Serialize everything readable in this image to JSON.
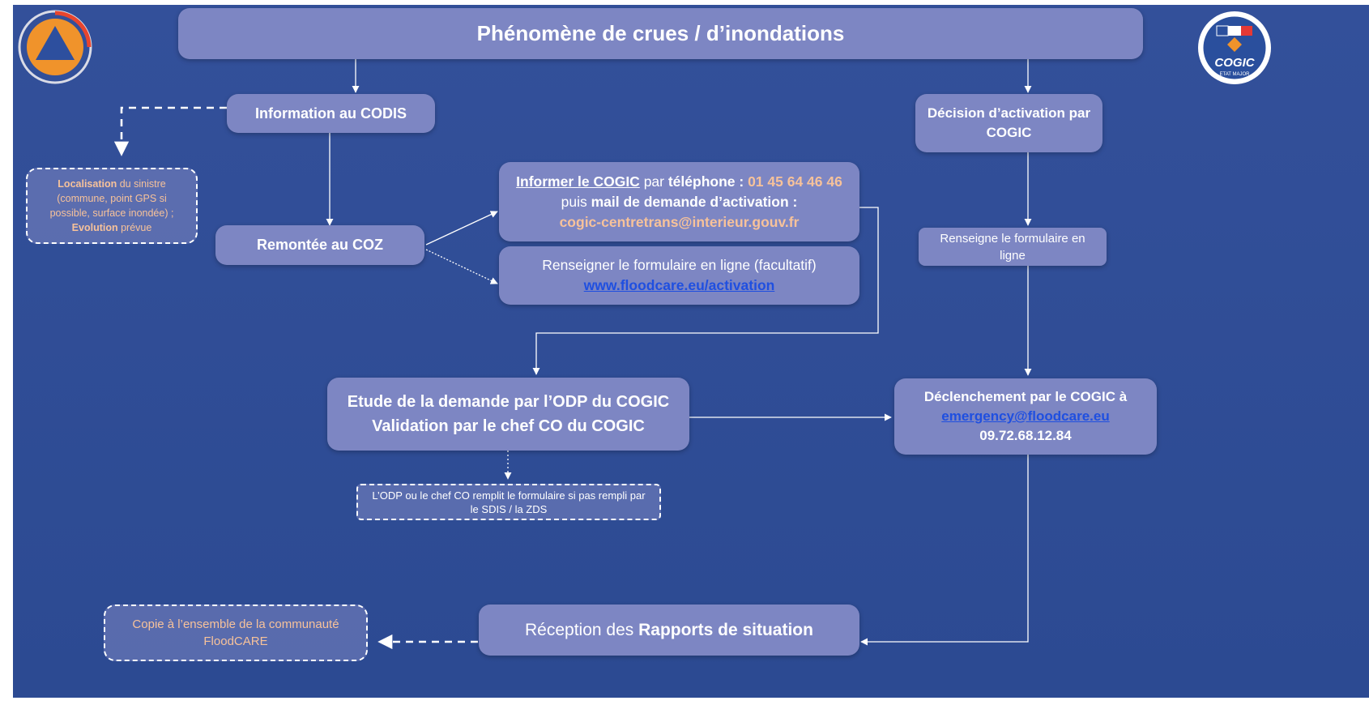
{
  "title": "Phénomène de crues / d’inondations",
  "nodes": {
    "info_codis": "Information au CODIS",
    "localisation": {
      "b1": "Localisation",
      "t1": " du sinistre (commune, point GPS si possible, surface inondée) ;",
      "b2": "Evolution",
      "t2": " prévue"
    },
    "remontee_coz": "Remontée au COZ",
    "informer": {
      "l1_link": "Informer le COGIC",
      "l1_mid": " par ",
      "l1_bold": "téléphone : ",
      "l1_phone": "01 45 64 46 46",
      "l2_pre": "puis ",
      "l2_bold": "mail de demande d’activation :",
      "l3_email": "cogic-centretrans@interieur.gouv.fr"
    },
    "renseigner_ligne": {
      "l1": "Renseigner le formulaire en ligne (facultatif)",
      "l2": "www.floodcare.eu/activation"
    },
    "decision": "Décision d’activation par COGIC",
    "renseigne_form": "Renseigne le formulaire en ligne",
    "etude": {
      "l1": "Etude de la demande par l’ODP du COGIC",
      "l2": "Validation par le chef CO du COGIC"
    },
    "odp_note": "L’ODP ou le chef CO remplit le formulaire si pas rempli par le SDIS / la ZDS",
    "declenchement": {
      "l1": "Déclenchement par le COGIC à",
      "l2": "emergency@floodcare.eu",
      "l3": "09.72.68.12.84"
    },
    "reception": {
      "pre": "Réception des ",
      "bold": "Rapports de situation"
    },
    "copie": "Copie à l’ensemble de la communauté FloodCARE"
  },
  "logos": {
    "left": "civil-protection-triangle-logo",
    "right": {
      "icon": "cogic-badge-logo",
      "text": "COGIC",
      "sub": "ETAT MAJOR"
    }
  },
  "colors": {
    "background": "#2f4d96",
    "box": "#7d86c3",
    "accent_orange": "#f7c29a",
    "link_blue": "#1f4fe0"
  }
}
